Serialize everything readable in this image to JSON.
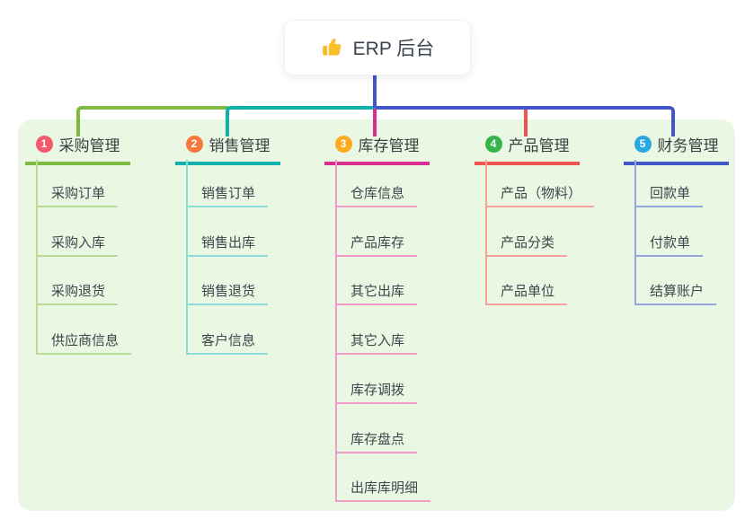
{
  "root": {
    "title": "ERP 后台",
    "icon": "thumbs-up",
    "line_color": "#4356c9"
  },
  "colors": {
    "panel_bg": "#eaf7e3",
    "root_text": "#3b4350",
    "item_text": "#3f454b"
  },
  "branches": [
    {
      "index": "1",
      "label": "采购管理",
      "badge_color": "#f4586b",
      "line_color": "#7dbb40",
      "sub_line_color": "#b9dc94",
      "items": [
        "采购订单",
        "采购入库",
        "采购退货",
        "供应商信息"
      ]
    },
    {
      "index": "2",
      "label": "销售管理",
      "badge_color": "#f5793d",
      "line_color": "#10b3ab",
      "sub_line_color": "#8edcd6",
      "items": [
        "销售订单",
        "销售出库",
        "销售退货",
        "客户信息"
      ]
    },
    {
      "index": "3",
      "label": "库存管理",
      "badge_color": "#fbab1d",
      "line_color": "#da2d90",
      "sub_line_color": "#f19cc8",
      "items": [
        "仓库信息",
        "产品库存",
        "其它出库",
        "其它入库",
        "库存调拨",
        "库存盘点",
        "出库库明细"
      ]
    },
    {
      "index": "4",
      "label": "产品管理",
      "badge_color": "#35b44a",
      "line_color": "#f25350",
      "sub_line_color": "#f8a29b",
      "items": [
        "产品（物料）",
        "产品分类",
        "产品单位"
      ]
    },
    {
      "index": "5",
      "label": "财务管理",
      "badge_color": "#29a7e1",
      "line_color": "#4356c9",
      "sub_line_color": "#96a6de",
      "items": [
        "回款单",
        "付款单",
        "结算账户"
      ]
    }
  ]
}
